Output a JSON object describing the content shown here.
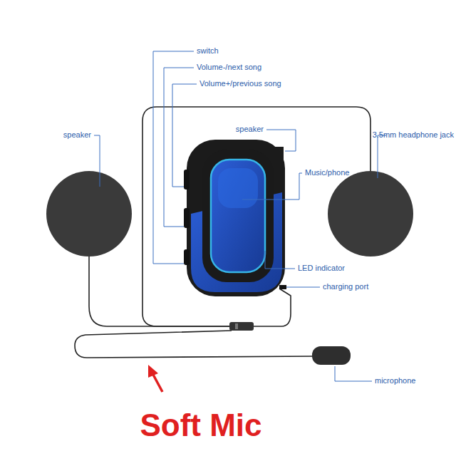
{
  "diagram": {
    "labels": [
      "switch",
      "Volume-/next song",
      "Volume+/previous song",
      "speaker",
      "3.5mm headphone jack",
      "speaker",
      "Music/phone",
      "LED indicator",
      "charging port",
      "microphone",
      "Soft Mic"
    ]
  }
}
